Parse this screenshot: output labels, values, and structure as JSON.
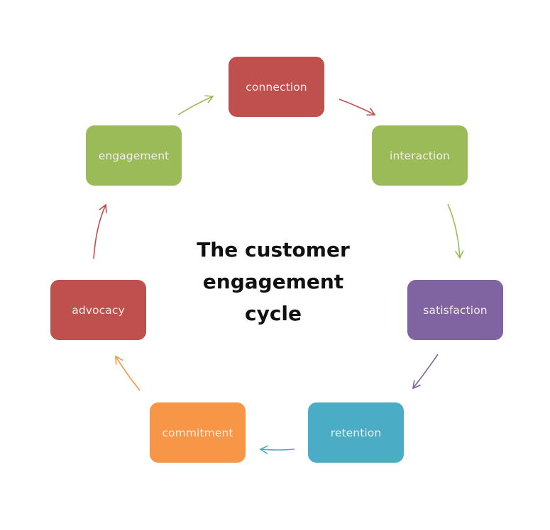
{
  "title": {
    "lines": [
      "The customer",
      "engagement",
      "cycle"
    ]
  },
  "nodes": [
    {
      "id": "connection",
      "label": "connection",
      "color": "#c0504d"
    },
    {
      "id": "interaction",
      "label": "interaction",
      "color": "#9bbb59"
    },
    {
      "id": "satisfaction",
      "label": "satisfaction",
      "color": "#8064a2"
    },
    {
      "id": "retention",
      "label": "retention",
      "color": "#4bacc6"
    },
    {
      "id": "commitment",
      "label": "commitment",
      "color": "#f79646"
    },
    {
      "id": "advocacy",
      "label": "advocacy",
      "color": "#c0504d"
    },
    {
      "id": "engagement",
      "label": "engagement",
      "color": "#9bbb59"
    }
  ],
  "edges": [
    {
      "from": "connection",
      "to": "interaction",
      "color": "#c0504d"
    },
    {
      "from": "interaction",
      "to": "satisfaction",
      "color": "#9bbb59"
    },
    {
      "from": "satisfaction",
      "to": "retention",
      "color": "#8064a2"
    },
    {
      "from": "retention",
      "to": "commitment",
      "color": "#4bacc6"
    },
    {
      "from": "commitment",
      "to": "advocacy",
      "color": "#f79646"
    },
    {
      "from": "advocacy",
      "to": "engagement",
      "color": "#c0504d"
    },
    {
      "from": "engagement",
      "to": "connection",
      "color": "#9bbb59"
    }
  ]
}
